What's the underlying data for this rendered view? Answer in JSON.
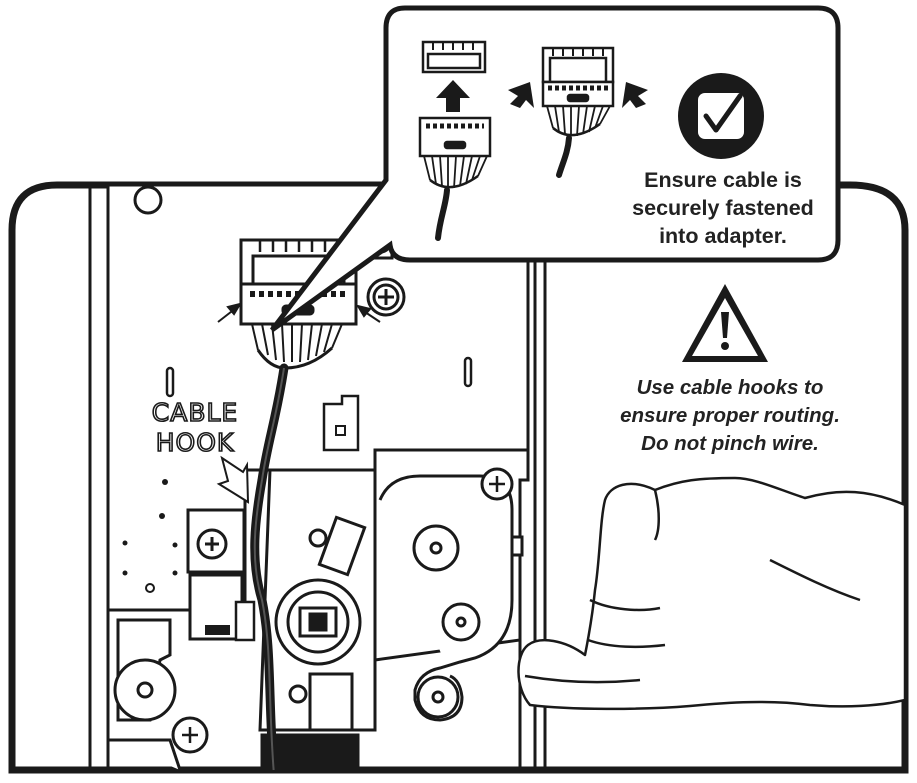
{
  "callout": {
    "lines": [
      "Ensure cable is",
      "securely fastened",
      "into adapter."
    ]
  },
  "warning": {
    "lines": [
      "Use cable hooks to",
      "ensure proper routing.",
      "Do not pinch wire."
    ]
  },
  "hook_label": {
    "lines": [
      "CABLE",
      "HOOK"
    ]
  },
  "icons": {
    "check": "checkmark-icon",
    "warning": "warning-triangle-icon"
  },
  "colors": {
    "ink": "#1a1a1a",
    "paper": "#ffffff"
  }
}
